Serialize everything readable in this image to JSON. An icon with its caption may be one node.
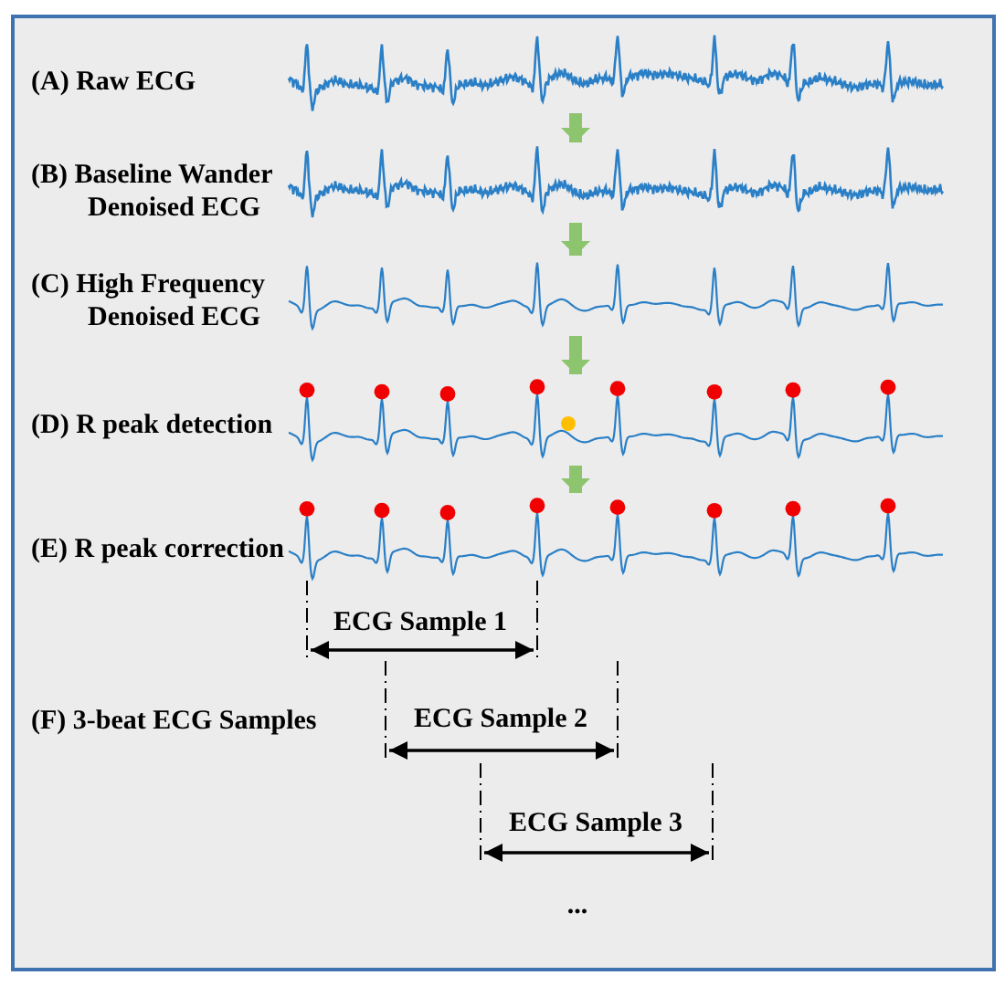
{
  "diagram": {
    "nodes": [
      {
        "text": [],
        "shape": "picture",
        "beside": [
          "(A) Raw ECG"
        ]
      },
      {
        "text": [],
        "shape": "picture",
        "beside": [
          "(B) Baseline Wander Denoised ECG"
        ]
      },
      {
        "text": [],
        "shape": "picture",
        "beside": [
          "(C) High Frequency Denoised ECG"
        ]
      },
      {
        "text": [],
        "shape": "picture",
        "beside": [
          "(D) R peak detection"
        ]
      },
      {
        "text": [],
        "shape": "picture",
        "beside": [
          "(E) R peak correction"
        ]
      }
    ],
    "edges": [
      {
        "from": 0,
        "to": 1,
        "arrow": "to"
      },
      {
        "from": 1,
        "to": 2,
        "arrow": "to"
      },
      {
        "from": 2,
        "to": 3,
        "arrow": "to"
      },
      {
        "from": 3,
        "to": 4,
        "arrow": "to"
      }
    ],
    "labels": [
      "ECG Sample 1",
      "(F) 3-beat ECG Samples",
      "ECG Sample 2",
      "ECG Sample 3",
      "..."
    ]
  }
}
